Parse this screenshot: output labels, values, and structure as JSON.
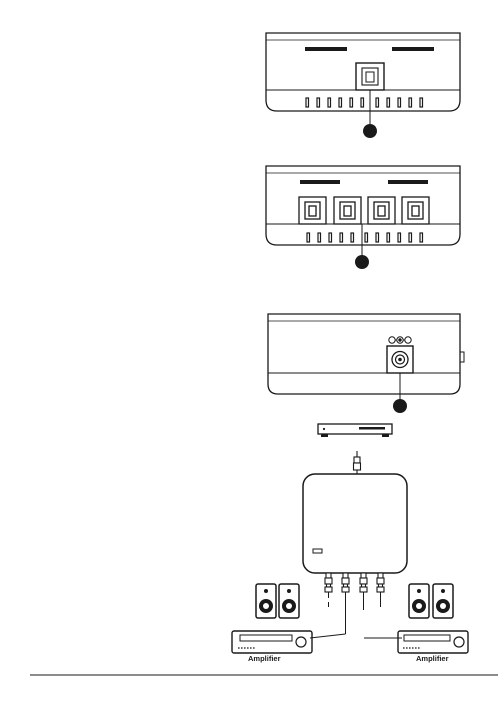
{
  "figure": {
    "amplifier_left_label": "Amplifier",
    "amplifier_right_label": "Amplifier"
  },
  "colors": {
    "ink": "#1a1a1a",
    "paper": "#ffffff",
    "panel_fill": "#f2f2f2"
  },
  "panels": [
    {
      "name": "optical-input-panel",
      "ports": 1
    },
    {
      "name": "optical-output-panel",
      "ports": 4
    },
    {
      "name": "power-panel",
      "ports": 0
    }
  ]
}
